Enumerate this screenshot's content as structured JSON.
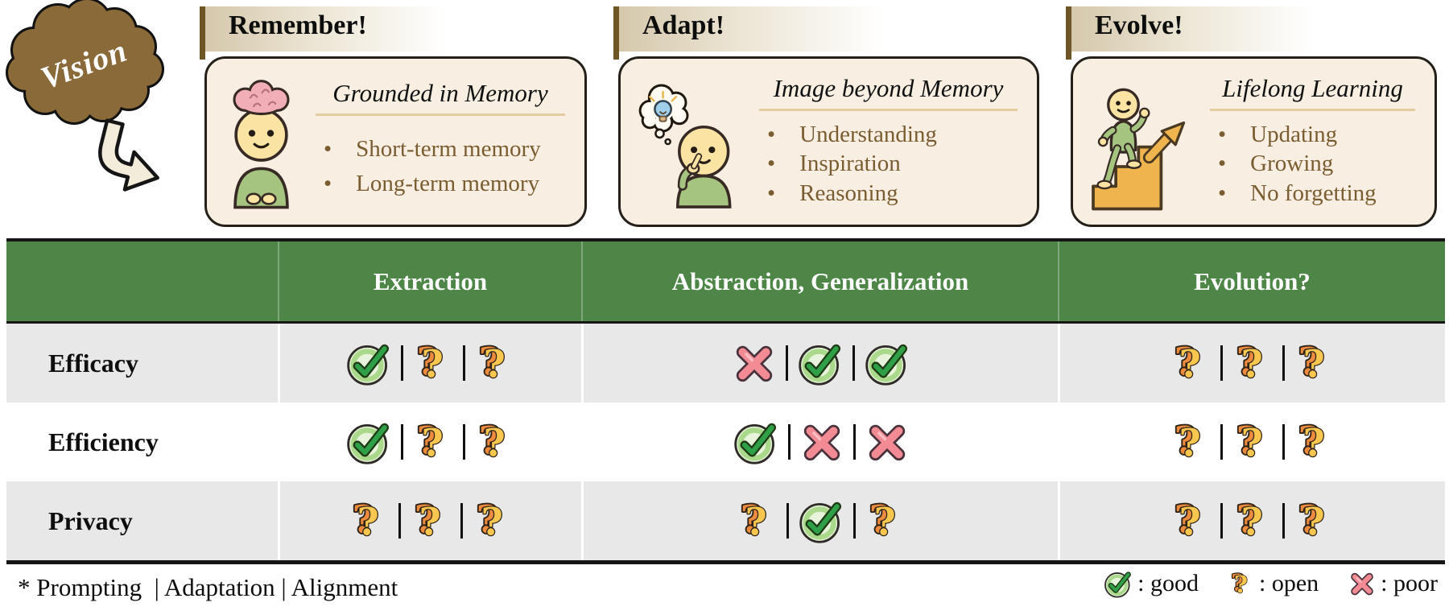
{
  "vision": {
    "label": "Vision"
  },
  "cards": [
    {
      "title": "Remember!",
      "subtitle": "Grounded in Memory",
      "bullets": [
        "Short-term memory",
        "Long-term memory"
      ]
    },
    {
      "title": "Adapt!",
      "subtitle": "Image beyond Memory",
      "bullets": [
        "Understanding",
        "Inspiration",
        "Reasoning"
      ]
    },
    {
      "title": "Evolve!",
      "subtitle": "Lifelong Learning",
      "bullets": [
        "Updating",
        "Growing",
        "No forgetting"
      ]
    }
  ],
  "table": {
    "columns": [
      "",
      "Extraction",
      "Abstraction, Generalization",
      "Evolution?"
    ],
    "rows": [
      {
        "label": "Efficacy",
        "cells": [
          [
            "good",
            "open",
            "open"
          ],
          [
            "poor",
            "good",
            "good"
          ],
          [
            "open",
            "open",
            "open"
          ]
        ]
      },
      {
        "label": "Efficiency",
        "cells": [
          [
            "good",
            "open",
            "open"
          ],
          [
            "good",
            "poor",
            "poor"
          ],
          [
            "open",
            "open",
            "open"
          ]
        ]
      },
      {
        "label": "Privacy",
        "cells": [
          [
            "open",
            "open",
            "open"
          ],
          [
            "open",
            "good",
            "open"
          ],
          [
            "open",
            "open",
            "open"
          ]
        ]
      }
    ]
  },
  "footnote": "* Prompting  | Adaptation | Alignment",
  "legend": [
    {
      "symbol": "good",
      "label": ": good"
    },
    {
      "symbol": "open",
      "label": ": open"
    },
    {
      "symbol": "poor",
      "label": ": poor"
    }
  ],
  "colors": {
    "header_green": "#4d8647",
    "row_gray": "#e8e8e8",
    "card_cream": "#f8efe2",
    "cloud_brown": "#8a6a38",
    "bullet_brown": "#7a5c31",
    "check_green": "#2fa047",
    "cross_pink": "#f28b94",
    "question_gold": "#f9c74f"
  }
}
